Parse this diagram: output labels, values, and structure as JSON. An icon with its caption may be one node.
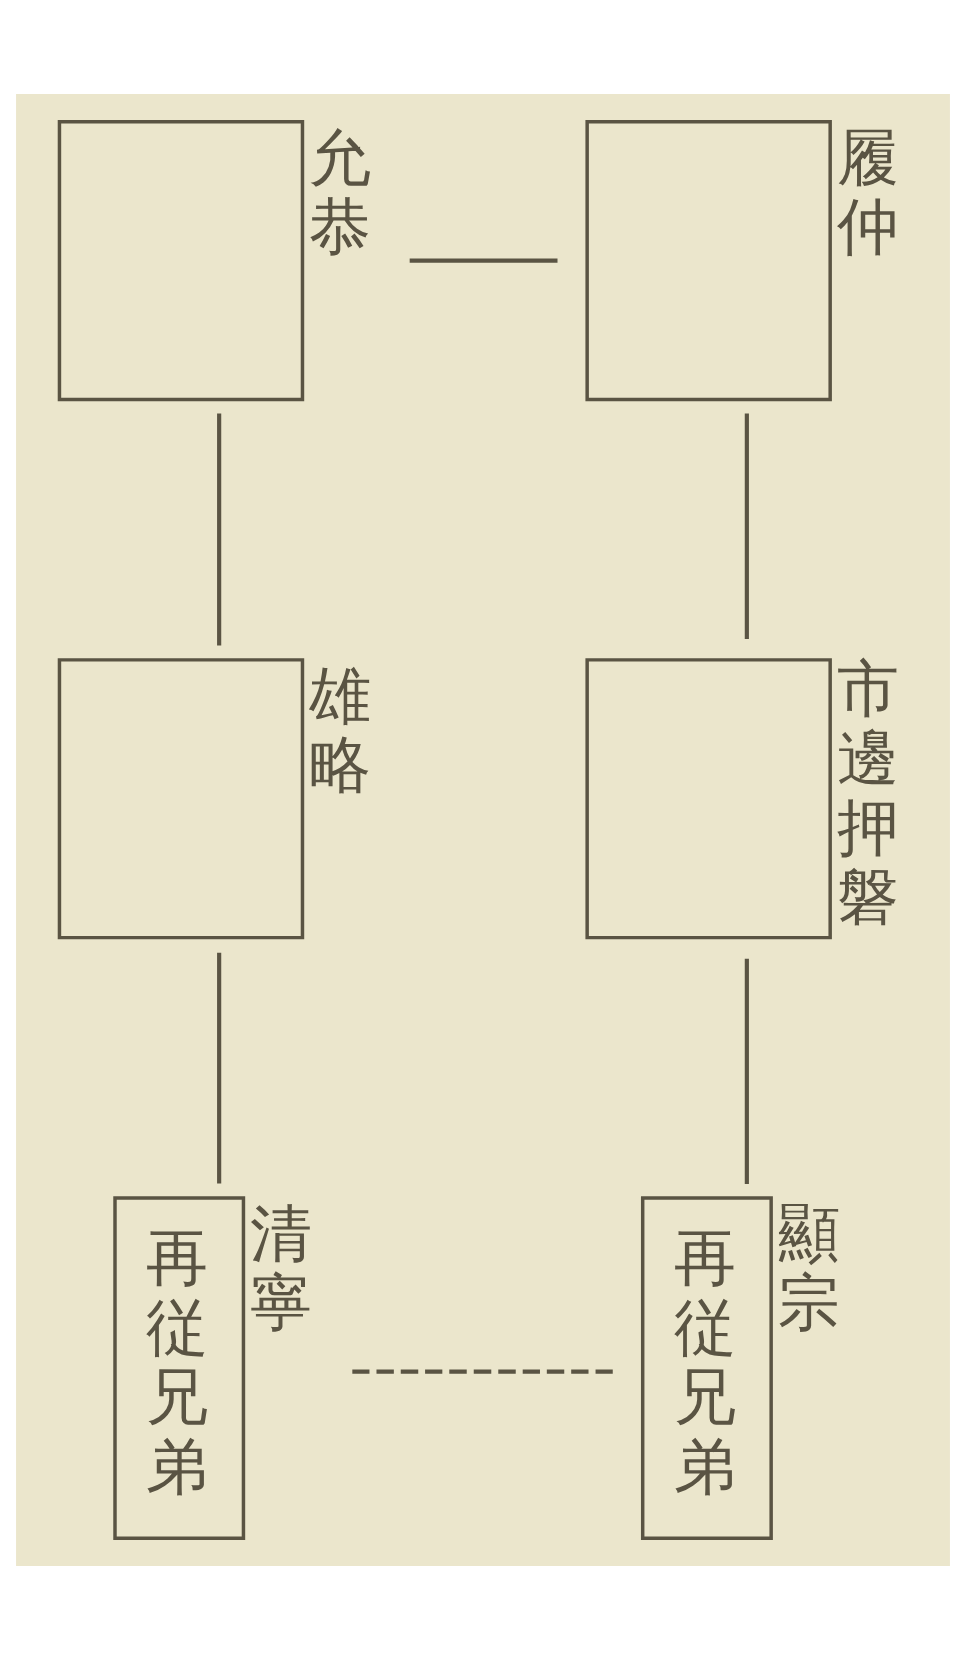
{
  "diagram": {
    "nodes": [
      {
        "text": [],
        "shape": "box",
        "beside": [
          "允恭"
        ]
      },
      {
        "text": [],
        "shape": "box",
        "beside": [
          "履仲"
        ]
      },
      {
        "text": [],
        "shape": "box",
        "beside": [
          "雄略"
        ]
      },
      {
        "text": [],
        "shape": "box",
        "beside": [
          "市邊押磐"
        ]
      },
      {
        "text": [
          "再従兄弟"
        ],
        "beside": [
          "清寧"
        ]
      },
      {
        "text": [
          "再従兄弟"
        ],
        "beside": [
          "顯宗"
        ]
      }
    ],
    "edges": [
      {
        "from": 0,
        "to": 1,
        "arrow": "none"
      },
      {
        "from": 0,
        "to": 2,
        "arrow": "none"
      },
      {
        "from": 1,
        "to": 3,
        "arrow": "none"
      },
      {
        "from": 2,
        "to": 4,
        "arrow": "none"
      },
      {
        "from": 3,
        "to": 5,
        "arrow": "none"
      },
      {
        "from": 4,
        "to": 5,
        "arrow": "none",
        "style": "dashed"
      }
    ]
  }
}
